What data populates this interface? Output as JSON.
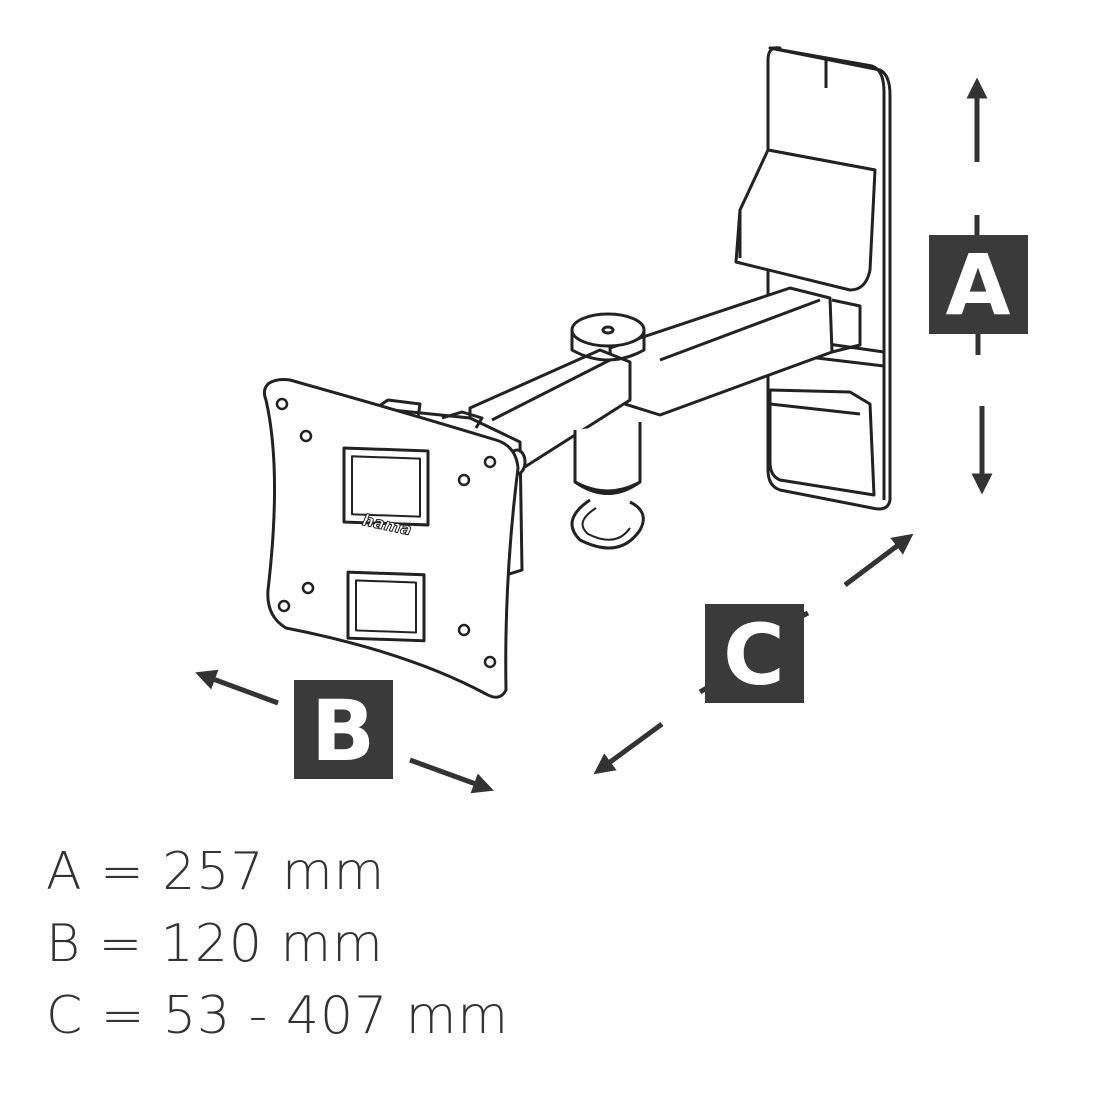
{
  "colors": {
    "ink": "#333333",
    "label_bg": "#3a3a3a",
    "label_text": "#ffffff",
    "line": "#222222",
    "fill": "#ffffff"
  },
  "brand": {
    "logo_text": "hama"
  },
  "labels": {
    "a": "A",
    "b": "B",
    "c": "C"
  },
  "specs": [
    {
      "text": "A = 257 mm"
    },
    {
      "text": "B = 120 mm"
    },
    {
      "text": "C = 53 - 407 mm"
    }
  ]
}
